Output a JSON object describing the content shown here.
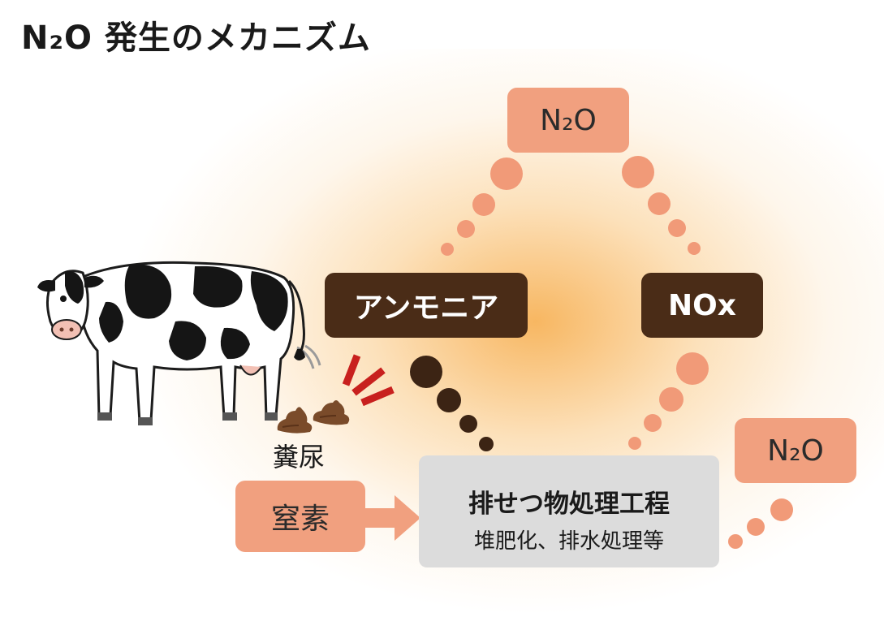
{
  "title": "N₂O 発生のメカニズム",
  "labels": {
    "n2o_top": "N₂O",
    "n2o_right": "N₂O",
    "ammonia": "アンモニア",
    "nox": "NOx",
    "manure": "糞尿",
    "nitrogen": "窒素",
    "process_title": "排せつ物処理工程",
    "process_sub": "堆肥化、排水処理等"
  },
  "colors": {
    "salmon": "#f1a07f",
    "brown": "#4a2c17",
    "gray": "#dcdcdc",
    "red_marks": "#c8201e"
  },
  "icons": [
    "cow-icon",
    "manure-icon",
    "smell-lines-icon",
    "arrow-right-icon"
  ]
}
